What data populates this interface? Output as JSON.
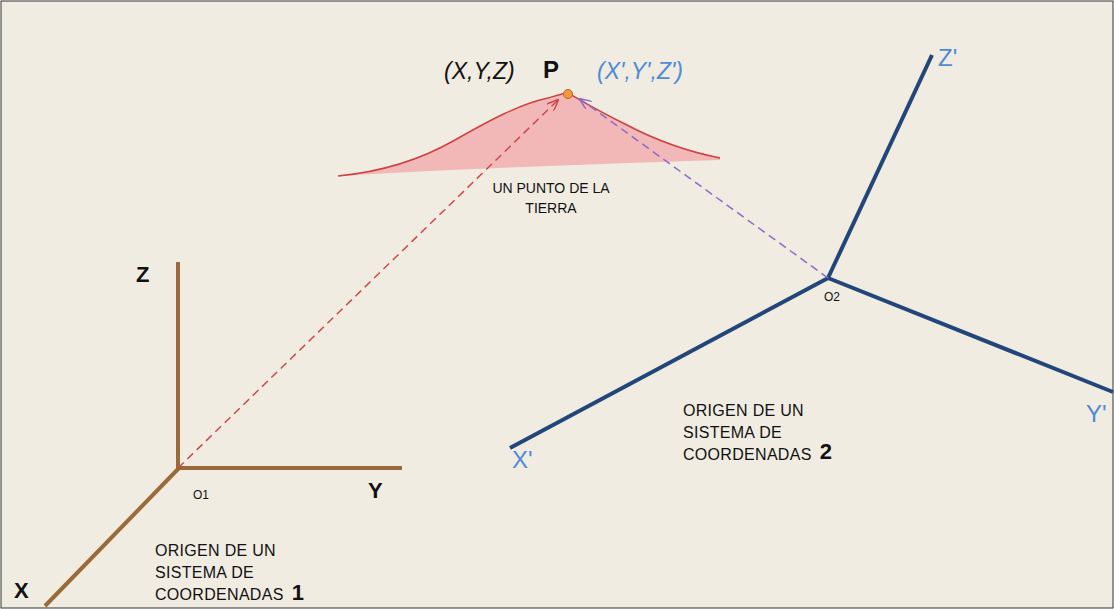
{
  "diagram": {
    "labels": [
      "(X,Y,Z)",
      "P",
      "(X',Y',Z')",
      "Z'",
      "UN PUNTO DE LA TIERRA",
      "Z",
      "O2",
      "ORIGEN DE UN SISTEMA DE COORDENADAS",
      "Y'",
      "X'",
      "2",
      "O1",
      "Y",
      "X",
      "ORIGEN DE UN SISTEMA DE COORDENADAS",
      "1"
    ]
  }
}
